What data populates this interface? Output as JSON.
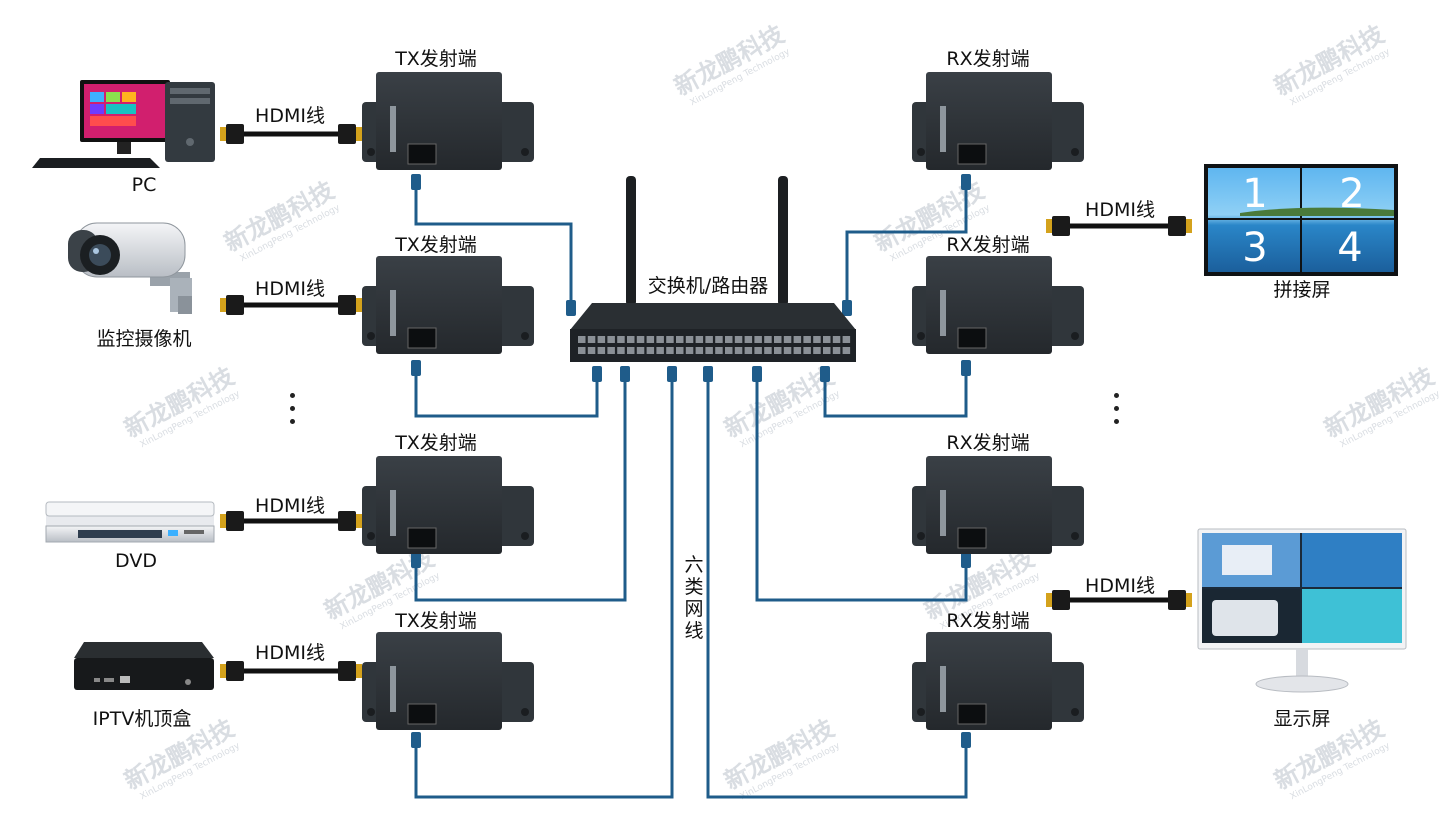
{
  "diagram": {
    "watermark": {
      "brand": "新龙鹏科技",
      "brand_en": "XinLongPeng Technology",
      "color": "#d9dde2"
    },
    "hub": {
      "label": "交换机/路由器"
    },
    "cable": {
      "label": "六类网线",
      "color": "#1f5c8a"
    },
    "hdmi": {
      "label": "HDMI线"
    },
    "transmitters": [
      {
        "label": "TX发射端"
      },
      {
        "label": "TX发射端"
      },
      {
        "label": "TX发射端"
      },
      {
        "label": "TX发射端"
      }
    ],
    "receivers": [
      {
        "label": "RX发射端"
      },
      {
        "label": "RX发射端"
      },
      {
        "label": "RX发射端"
      },
      {
        "label": "RX发射端"
      }
    ],
    "sources": [
      {
        "label": "PC",
        "icon": "pc-icon"
      },
      {
        "label": "监控摄像机",
        "icon": "camera-icon"
      },
      {
        "label": "DVD",
        "icon": "dvd-icon"
      },
      {
        "label": "IPTV机顶盒",
        "icon": "settop-box-icon"
      }
    ],
    "displays": [
      {
        "label": "拼接屏",
        "icon": "video-wall-icon",
        "tiles": [
          "1",
          "2",
          "3",
          "4"
        ]
      },
      {
        "label": "显示屏",
        "icon": "monitor-icon"
      }
    ],
    "colors": {
      "device": "#2e3338",
      "device_dark": "#1d2125",
      "cable": "#1f5c8a",
      "hdmi_cable": "#111111",
      "hdmi_gold": "#d4a21c",
      "screen_blue": "#2f7fc4"
    }
  }
}
